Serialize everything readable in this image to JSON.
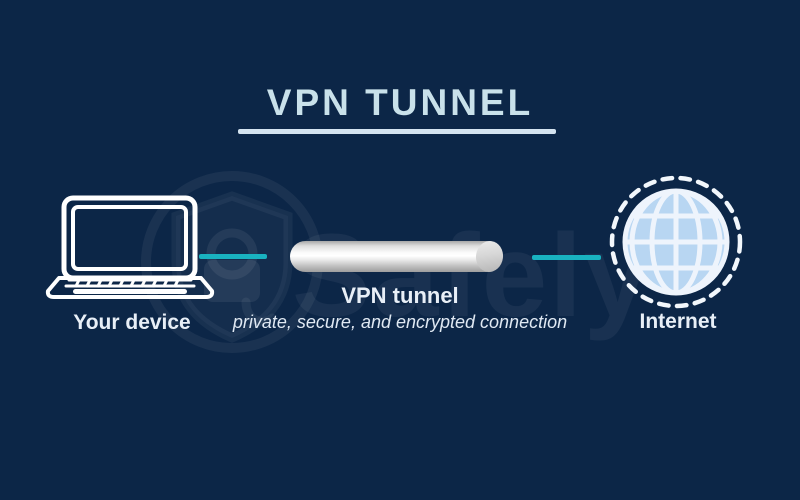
{
  "title": "VPN TUNNEL",
  "diagram": {
    "device": {
      "label": "Your device"
    },
    "tunnel": {
      "label": "VPN tunnel",
      "sublabel": "private, secure, and encrypted connection"
    },
    "internet": {
      "label": "Internet"
    }
  },
  "watermark": {
    "text": "Safely",
    "logo_icon": "shield-lock-logo"
  },
  "colors": {
    "bg": "#0c2647",
    "title": "#c9e1ea",
    "underline": "#d4e3f0",
    "label": "#e8eff7",
    "teal": "#19b2c0",
    "globe-fill": "#b8d6f2",
    "globe-grid": "#eef4fc"
  }
}
